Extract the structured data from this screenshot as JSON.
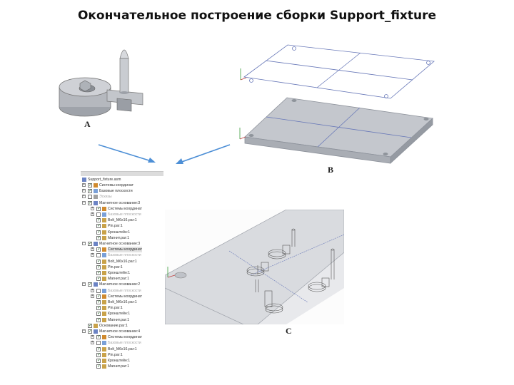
{
  "title": "Окончательное построение сборки Support_fixture",
  "figure_labels": {
    "a": "A",
    "b": "B",
    "c": "C"
  },
  "colors": {
    "part_grey": "#b9bcc2",
    "wire_blue": "#6878b8",
    "arrow_blue": "#4d8fd6",
    "plate_edge": "#8d929b"
  },
  "tree": {
    "root": "Support_fixture.asm",
    "rows": [
      {
        "label": "Системы координат",
        "indent": 1,
        "exp": "+",
        "checked": true,
        "icon": "coord-icon",
        "dim": false
      },
      {
        "label": "Базовые плоскости",
        "indent": 1,
        "exp": "+",
        "checked": true,
        "icon": "planes-icon",
        "dim": false
      },
      {
        "label": "Эскизы",
        "indent": 1,
        "exp": "+",
        "checked": false,
        "icon": "sketch-icon",
        "dim": true
      },
      {
        "label": "Магнитное основание:3",
        "indent": 1,
        "exp": "-",
        "checked": true,
        "icon": "subassembly-icon",
        "dim": false
      },
      {
        "label": "Системы координат",
        "indent": 2,
        "exp": "+",
        "checked": true,
        "icon": "coord-icon",
        "dim": false
      },
      {
        "label": "Базовые плоскости",
        "indent": 2,
        "exp": "+",
        "checked": false,
        "icon": "planes-icon",
        "dim": true
      },
      {
        "label": "Bolt_M6x16.par:1",
        "indent": 2,
        "exp": "",
        "checked": true,
        "icon": "part-icon",
        "dim": false
      },
      {
        "label": "Pin.par:1",
        "indent": 2,
        "exp": "",
        "checked": true,
        "icon": "part-icon",
        "dim": false
      },
      {
        "label": "Кронштейн:1",
        "indent": 2,
        "exp": "",
        "checked": true,
        "icon": "part-icon",
        "dim": false
      },
      {
        "label": "Магнит.par:1",
        "indent": 2,
        "exp": "",
        "checked": true,
        "icon": "part-icon",
        "dim": false
      },
      {
        "label": "Магнитное основание:3",
        "indent": 1,
        "exp": "-",
        "checked": true,
        "icon": "subassembly-icon",
        "dim": false
      },
      {
        "label": "Системы координат",
        "indent": 2,
        "exp": "+",
        "checked": true,
        "icon": "coord-icon",
        "dim": false,
        "sel": true
      },
      {
        "label": "Базовые плоскости",
        "indent": 2,
        "exp": "+",
        "checked": false,
        "icon": "planes-icon",
        "dim": true
      },
      {
        "label": "Bolt_M6x16.par:1",
        "indent": 2,
        "exp": "",
        "checked": true,
        "icon": "part-icon",
        "dim": false
      },
      {
        "label": "Pin.par:1",
        "indent": 2,
        "exp": "",
        "checked": true,
        "icon": "part-icon",
        "dim": false
      },
      {
        "label": "Кронштейн:1",
        "indent": 2,
        "exp": "",
        "checked": true,
        "icon": "part-icon",
        "dim": false
      },
      {
        "label": "Магнит.par:1",
        "indent": 2,
        "exp": "",
        "checked": true,
        "icon": "part-icon",
        "dim": false
      },
      {
        "label": "Магнитное основание:2",
        "indent": 1,
        "exp": "-",
        "checked": true,
        "icon": "subassembly-icon",
        "dim": false
      },
      {
        "label": "Базовые плоскости",
        "indent": 2,
        "exp": "+",
        "checked": false,
        "icon": "planes-icon",
        "dim": true
      },
      {
        "label": "Системы координат",
        "indent": 2,
        "exp": "+",
        "checked": true,
        "icon": "coord-icon",
        "dim": false
      },
      {
        "label": "Bolt_M6x16.par:1",
        "indent": 2,
        "exp": "",
        "checked": true,
        "icon": "part-icon",
        "dim": false
      },
      {
        "label": "Pin.par:1",
        "indent": 2,
        "exp": "",
        "checked": true,
        "icon": "part-icon",
        "dim": false
      },
      {
        "label": "Кронштейн:1",
        "indent": 2,
        "exp": "",
        "checked": true,
        "icon": "part-icon",
        "dim": false
      },
      {
        "label": "Магнит.par:1",
        "indent": 2,
        "exp": "",
        "checked": true,
        "icon": "part-icon",
        "dim": false
      },
      {
        "label": "Основание.par:1",
        "indent": 1,
        "exp": "",
        "checked": true,
        "icon": "part-icon",
        "dim": false
      },
      {
        "label": "Магнитное основание:4",
        "indent": 1,
        "exp": "-",
        "checked": true,
        "icon": "subassembly-icon",
        "dim": false
      },
      {
        "label": "Системы координат",
        "indent": 2,
        "exp": "+",
        "checked": true,
        "icon": "coord-icon",
        "dim": false
      },
      {
        "label": "Базовые плоскости",
        "indent": 2,
        "exp": "+",
        "checked": false,
        "icon": "planes-icon",
        "dim": true
      },
      {
        "label": "Bolt_M6x16.par:1",
        "indent": 2,
        "exp": "",
        "checked": true,
        "icon": "part-icon",
        "dim": false
      },
      {
        "label": "Pin.par:1",
        "indent": 2,
        "exp": "",
        "checked": true,
        "icon": "part-icon",
        "dim": false
      },
      {
        "label": "Кронштейн:1",
        "indent": 2,
        "exp": "",
        "checked": true,
        "icon": "part-icon",
        "dim": false
      },
      {
        "label": "Магнит.par:1",
        "indent": 2,
        "exp": "",
        "checked": true,
        "icon": "part-icon",
        "dim": false
      }
    ]
  }
}
